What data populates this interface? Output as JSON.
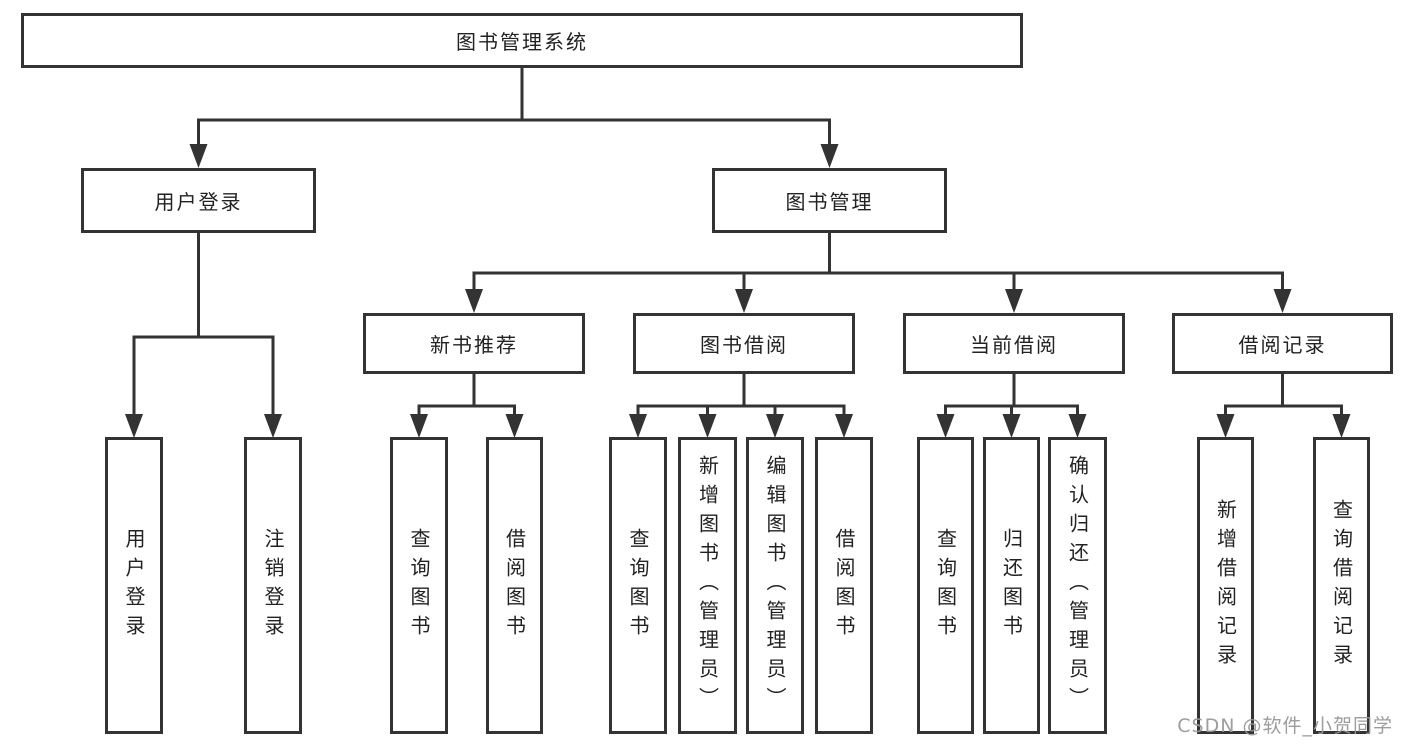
{
  "diagram": {
    "root": {
      "label": "图书管理系统",
      "children": [
        {
          "label": "用户登录",
          "children": [
            {
              "label": "用户登录"
            },
            {
              "label": "注销登录"
            }
          ]
        },
        {
          "label": "图书管理",
          "children": [
            {
              "label": "新书推荐",
              "children": [
                {
                  "label": "查询图书"
                },
                {
                  "label": "借阅图书"
                }
              ]
            },
            {
              "label": "图书借阅",
              "children": [
                {
                  "label": "查询图书"
                },
                {
                  "label": "新增图书（管理员）"
                },
                {
                  "label": "编辑图书（管理员）"
                },
                {
                  "label": "借阅图书"
                }
              ]
            },
            {
              "label": "当前借阅",
              "children": [
                {
                  "label": "查询图书"
                },
                {
                  "label": "归还图书"
                },
                {
                  "label": "确认归还（管理员）"
                }
              ]
            },
            {
              "label": "借阅记录",
              "children": [
                {
                  "label": "新增借阅记录"
                },
                {
                  "label": "查询借阅记录"
                }
              ]
            }
          ]
        }
      ]
    }
  },
  "watermark": {
    "text": "CSDN @软件_小贺同学"
  },
  "colors": {
    "line": "#333333",
    "text": "#222222",
    "watermark": "#989898",
    "background": "#ffffff"
  }
}
